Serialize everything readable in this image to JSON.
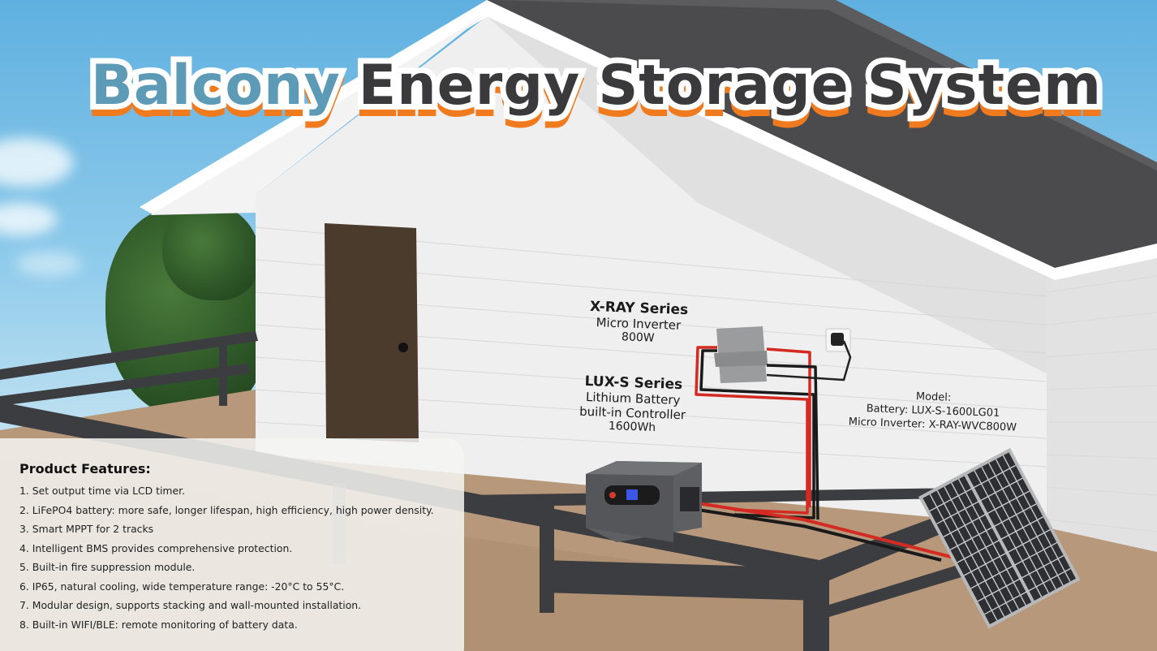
{
  "title": {
    "words": [
      "Balcony",
      "Energy",
      "Storage",
      "System"
    ],
    "colors": {
      "first_word": "#5c9ab6",
      "rest": "#3a3a3c",
      "outline": "#ffffff",
      "shadow": "#f07a1e"
    }
  },
  "inverter_label": {
    "series": "X-RAY Series",
    "type": "Micro Inverter",
    "rating": "800W"
  },
  "battery_label": {
    "series": "LUX-S Series",
    "type": "Lithium Battery",
    "detail": "built-in Controller",
    "capacity": "1600Wh"
  },
  "model_info": {
    "heading": "Model:",
    "battery": "Battery: LUX-S-1600LG01",
    "inverter": "Micro Inverter: X-RAY-WVC800W"
  },
  "features": {
    "heading": "Product Features:",
    "items": [
      "1. Set output time via LCD timer.",
      "2. LiFePO4 battery: more safe, longer lifespan, high efficiency, high power density.",
      "3. Smart MPPT for 2 tracks",
      "4. Intelligent BMS provides comprehensive protection.",
      "5. Built-in fire suppression module.",
      "6. IP65, natural cooling, wide temperature range: -20°C to 55°C.",
      "7. Modular design, supports stacking and wall-mounted installation.",
      "8. Built-in WIFI/BLE: remote monitoring of battery data."
    ]
  },
  "scene_colors": {
    "sky": "#8fcbeb",
    "wall": "#eeeeee",
    "roof": "#4a4a4c",
    "door": "#4a3b2c",
    "deck": "#b89a78",
    "railing": "#3b3d40",
    "cable_red": "#d42a22",
    "cable_black": "#1a1a1a"
  }
}
